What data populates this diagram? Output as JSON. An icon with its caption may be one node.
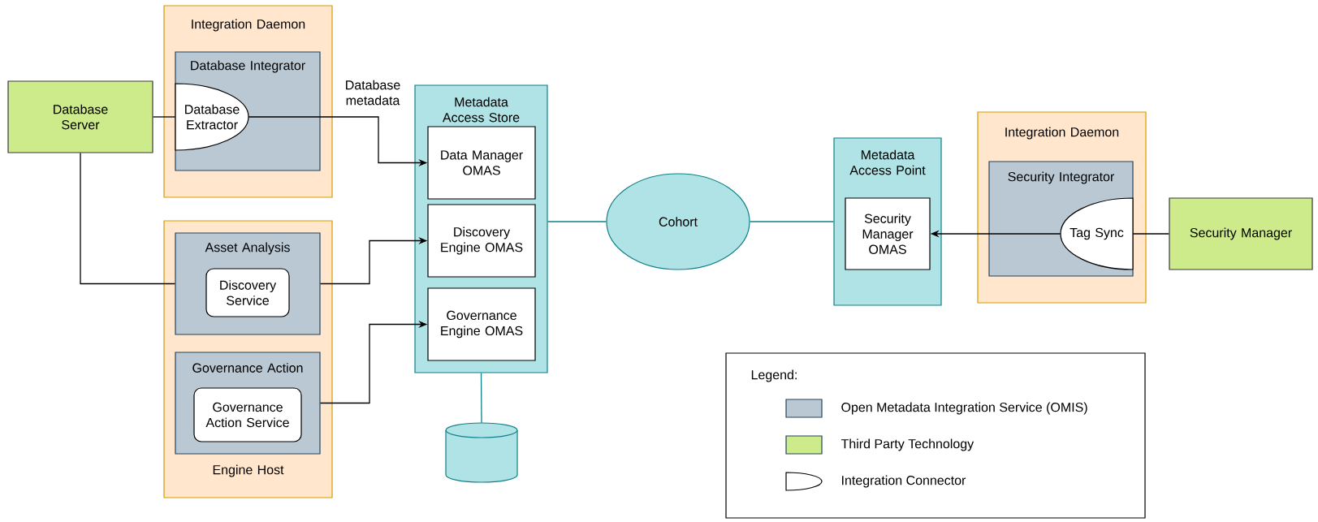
{
  "diagram": {
    "nodes": [
      {
        "text": [
          "Database Server"
        ]
      },
      {
        "text": [
          "Integration Daemon"
        ]
      },
      {
        "text": [
          "Database Integrator"
        ],
        "in": 1
      },
      {
        "text": [
          "Database Extractor"
        ],
        "in": 2
      },
      {
        "text": [
          "Engine Host"
        ]
      },
      {
        "text": [
          "Asset Analysis"
        ],
        "in": 4
      },
      {
        "text": [
          "Discovery Service"
        ],
        "in": 5
      },
      {
        "text": [
          "Governance Action"
        ],
        "in": 4
      },
      {
        "text": [
          "Governance Action Service"
        ],
        "in": 7
      },
      {
        "text": [
          "Metadata Access Store"
        ]
      },
      {
        "text": [
          "Data Manager OMAS"
        ],
        "in": 9
      },
      {
        "text": [
          "Discovery Engine OMAS"
        ],
        "in": 9
      },
      {
        "text": [
          "Governance Engine OMAS"
        ],
        "in": 9
      },
      {
        "text": [],
        "shape": "cylinder"
      },
      {
        "text": [
          "Cohort"
        ]
      },
      {
        "text": [
          "Metadata Access Point"
        ]
      },
      {
        "text": [
          "Security Manager OMAS"
        ],
        "in": 15
      },
      {
        "text": [
          "Integration Daemon"
        ]
      },
      {
        "text": [
          "Security Integrator"
        ],
        "in": 17
      },
      {
        "text": [
          "Tag Sync"
        ],
        "in": 18
      },
      {
        "text": [
          "Security Manager"
        ]
      }
    ],
    "edges": [
      {
        "from": 0,
        "to": 3,
        "arrow": "none"
      },
      {
        "from": 3,
        "to": 10,
        "arrow": "to",
        "label": "Database metadata"
      },
      {
        "from": 0,
        "to": 5,
        "arrow": "none"
      },
      {
        "from": 5,
        "to": 11,
        "arrow": "to"
      },
      {
        "from": 7,
        "to": 12,
        "arrow": "to"
      },
      {
        "from": 9,
        "to": 13,
        "arrow": "none",
        "color": "#0e8088"
      },
      {
        "from": 9,
        "to": 14,
        "arrow": "none",
        "color": "#0e8088"
      },
      {
        "from": 14,
        "to": 15,
        "arrow": "none",
        "color": "#0e8088"
      },
      {
        "from": 19,
        "to": 16,
        "arrow": "to"
      },
      {
        "from": 20,
        "to": 19,
        "arrow": "none"
      }
    ],
    "labels": [
      "Legend:"
    ],
    "legend": [
      {
        "text": "Open Metadata Integration Service (OMIS)",
        "color": "#bac8d3"
      },
      {
        "text": "Third Party Technology",
        "color": "#cdeb8b"
      },
      {
        "text": "Integration Connector"
      }
    ]
  }
}
